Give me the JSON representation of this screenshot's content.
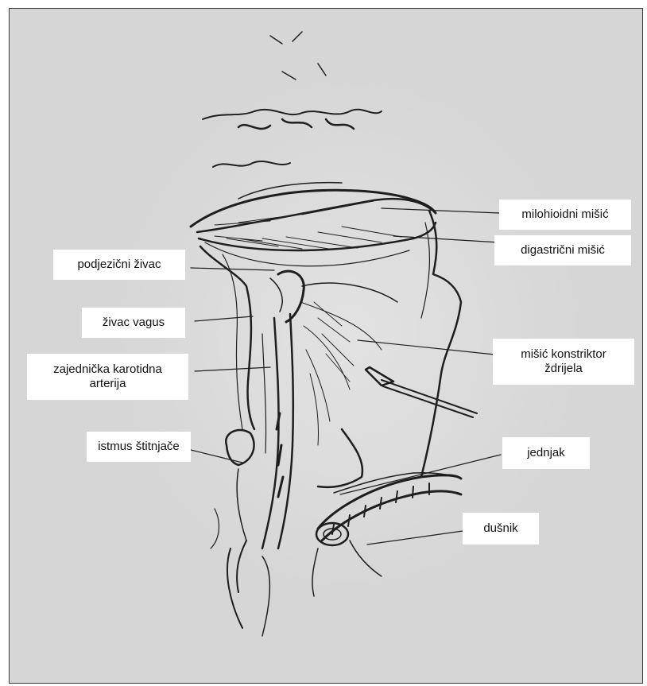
{
  "figure": {
    "labels": {
      "mylohyoid": "milohioidni mišić",
      "digastric": "digastrični mišić",
      "hypoglossal": "podjezični živac",
      "vagus": "živac vagus",
      "carotid": "zajednička karotidna\narterija",
      "constrictor": "mišić konstriktor\nždrijela",
      "thyroid_isthmus": "istmus štitnjače",
      "esophagus": "jednjak",
      "trachea": "dušnik"
    },
    "colors": {
      "background": "#d6d6d6",
      "ink": "#1a1a1a",
      "label_bg": "#ffffff"
    }
  }
}
